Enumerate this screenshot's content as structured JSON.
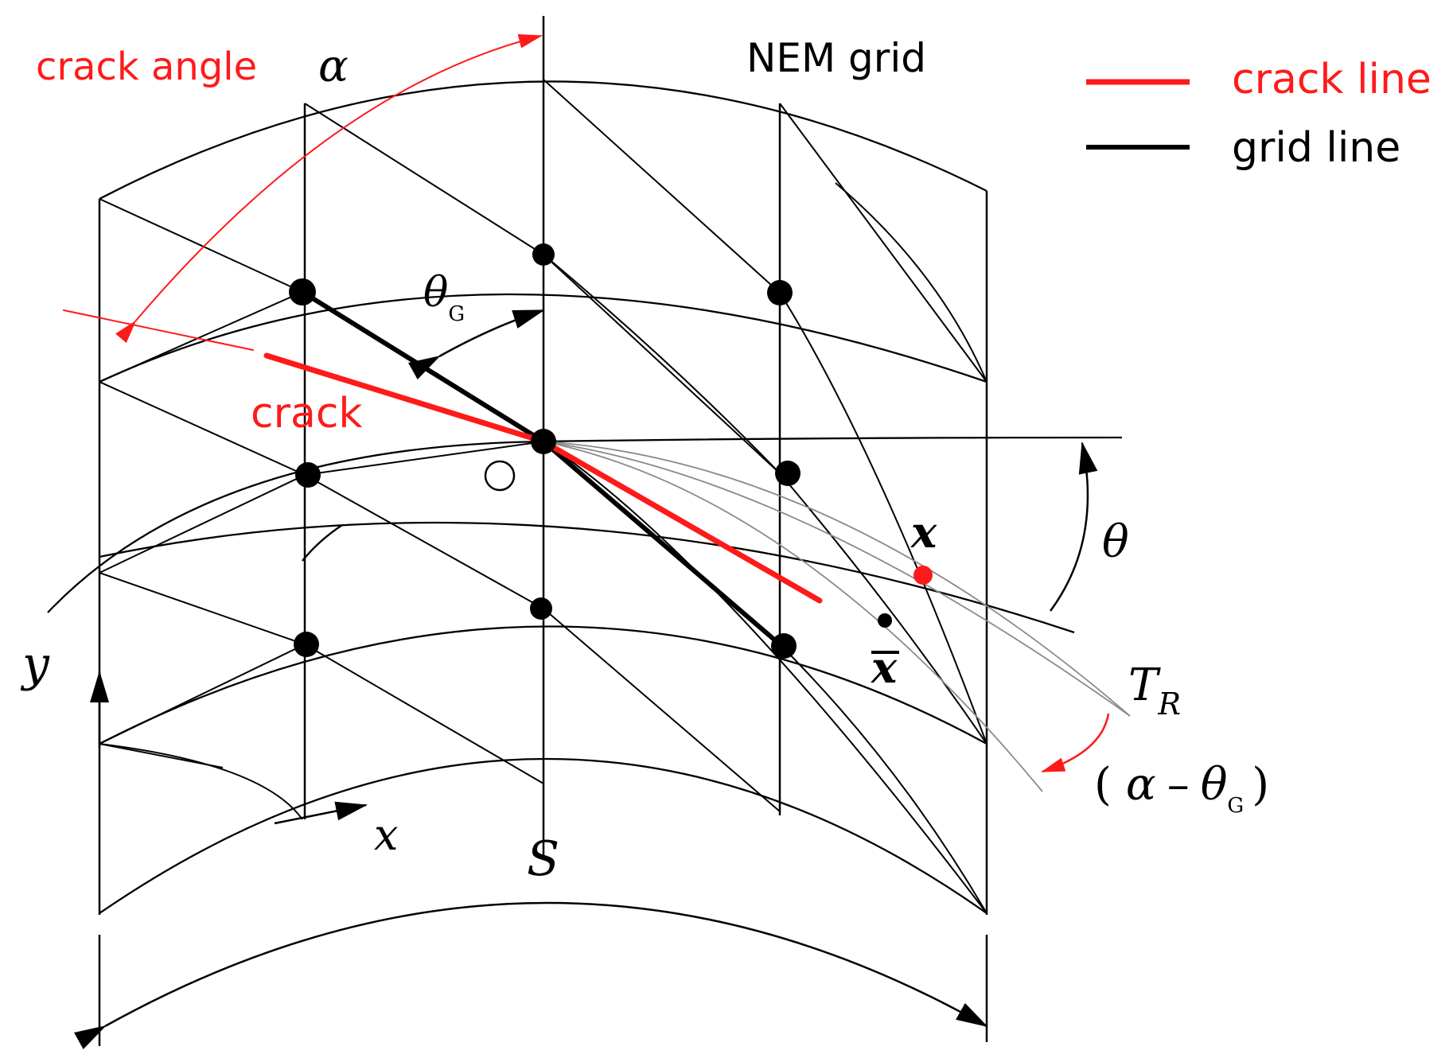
{
  "labels": {
    "crack_angle": "crack angle",
    "alpha": "α",
    "grid_title": "NEM grid",
    "crack": "crack",
    "theta_g_base": "θ",
    "theta_g_sub": "G",
    "origin": "O",
    "theta": "θ",
    "x_point": "x",
    "x_bar": "x",
    "T": "T",
    "T_sub": "R",
    "alpha_minus_open": "(",
    "alpha_minus_alpha": "α",
    "alpha_minus_dash": "–",
    "alpha_minus_theta": "θ",
    "alpha_minus_sub": "G",
    "alpha_minus_close": ")",
    "y_axis": "y",
    "x_axis": "x",
    "S": "S"
  },
  "legend": {
    "crack_line": "crack line",
    "grid_line": "grid line"
  },
  "colors": {
    "crack": "#ff1a1a",
    "grid": "#000000",
    "guide": "#8a8a8a"
  }
}
